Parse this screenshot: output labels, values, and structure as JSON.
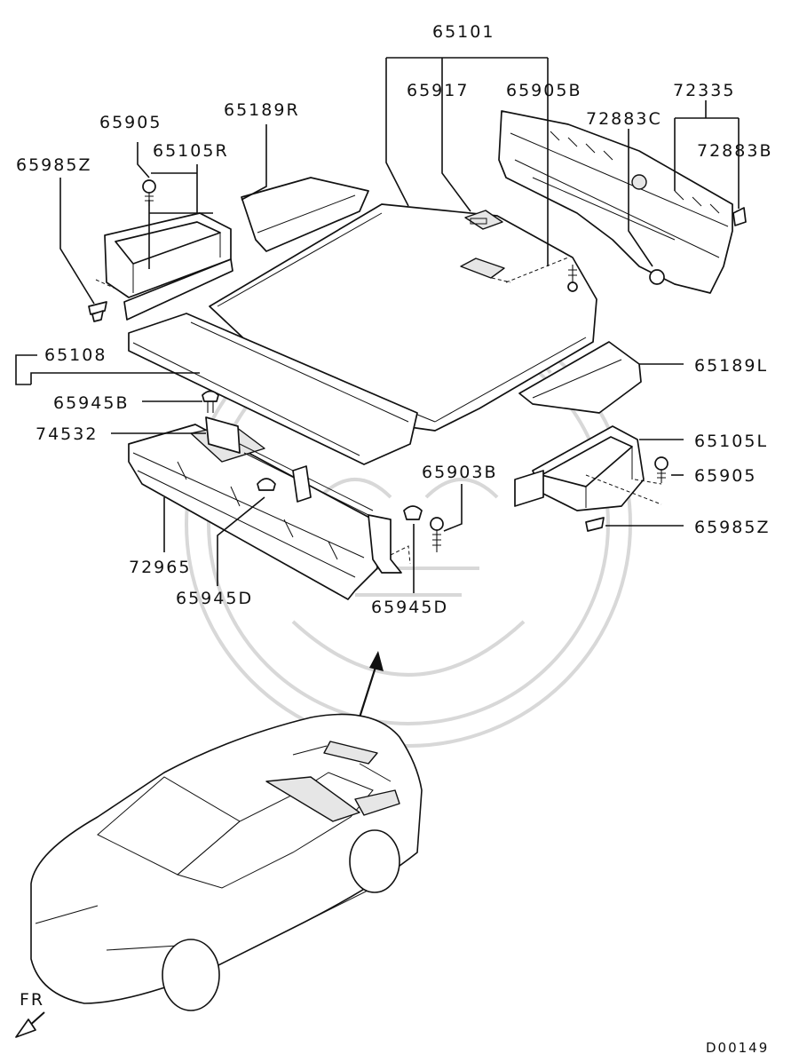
{
  "labels": {
    "p65101": "65101",
    "p65917": "65917",
    "p65905B": "65905B",
    "p72335": "72335",
    "p72883C": "72883C",
    "p72883B": "72883B",
    "p65905_left": "65905",
    "p65189R": "65189R",
    "p65105R": "65105R",
    "p65985Z_left": "65985Z",
    "p65108": "65108",
    "p65945B": "65945B",
    "p74532": "74532",
    "p65189L": "65189L",
    "p65105L": "65105L",
    "p65905_right": "65905",
    "p65985Z_right": "65985Z",
    "p65903B": "65903B",
    "p72965": "72965",
    "p65945D_left": "65945D",
    "p65945D_right": "65945D"
  },
  "footer": {
    "direction": "FR",
    "diagram_code": "D00149"
  }
}
